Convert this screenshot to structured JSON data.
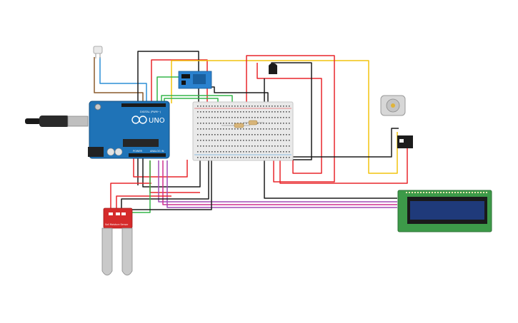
{
  "board": {
    "name": "UNO",
    "digital_header_label": "DIGITAL (PWM~)",
    "power_label": "POWER",
    "analog_label": "ANALOG IN"
  },
  "moisture_sensor": {
    "caption": "Soil Moisture Sensor"
  },
  "colors": {
    "wire_red": "#e8262b",
    "wire_black": "#1b1b1b",
    "wire_blue": "#2d8fd6",
    "wire_green": "#35b54a",
    "wire_yellow": "#f2c40f",
    "wire_purple": "#a24bb5",
    "wire_magenta": "#cf2f8f",
    "wire_brown": "#8a5a2b",
    "arduino_blue": "#1f73b7",
    "breadboard": "#e9e9e9",
    "lcd_pcb": "#3d9a49",
    "lcd_screen": "#1f3a7a",
    "sensor_red": "#d52b2b"
  }
}
